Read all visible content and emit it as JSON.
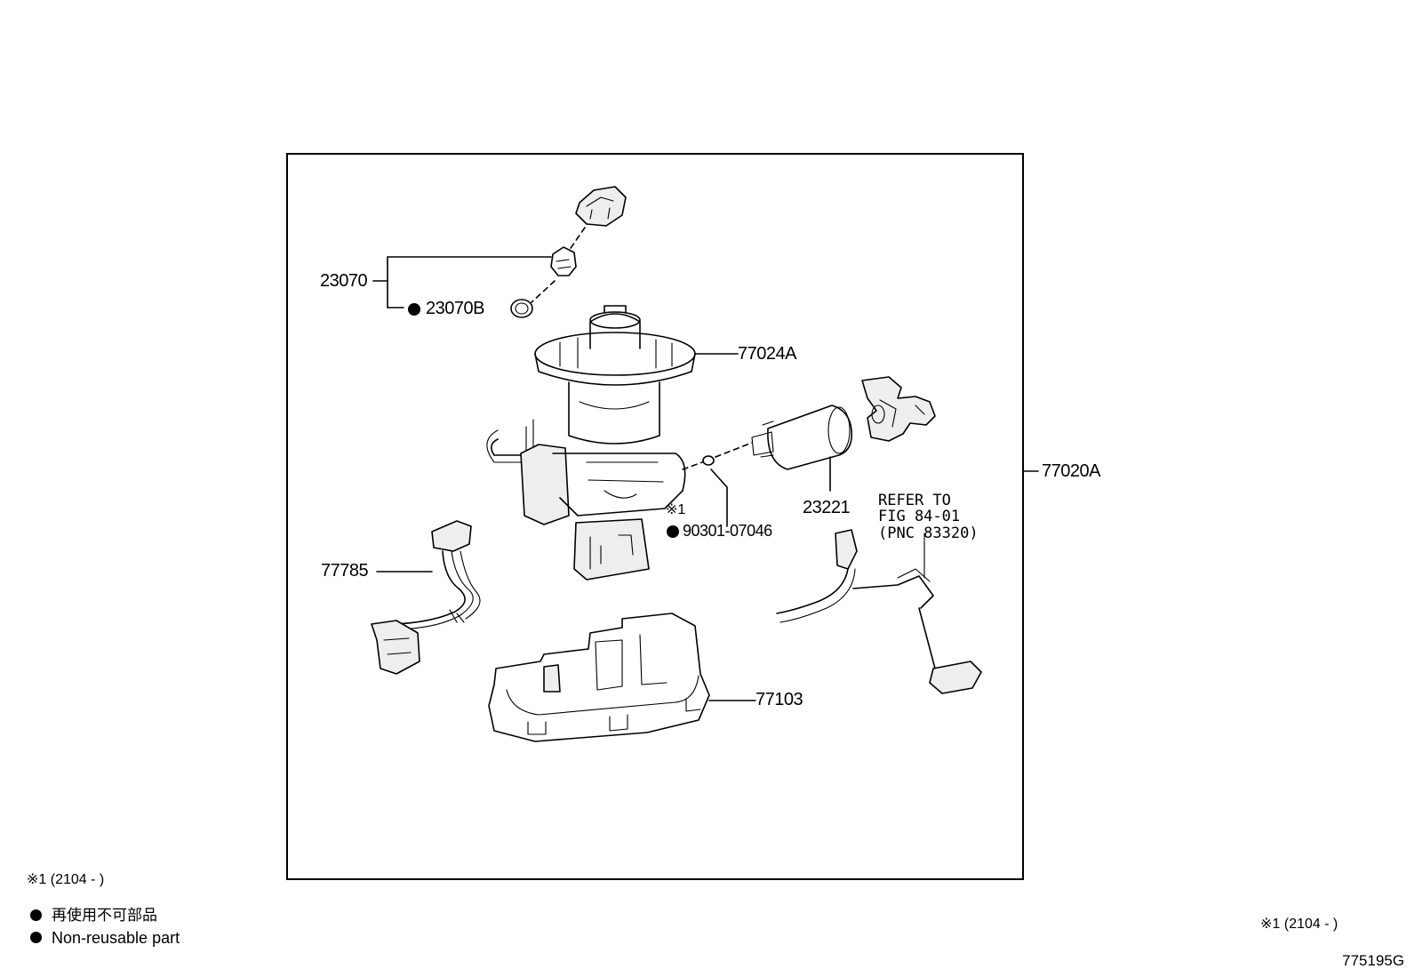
{
  "callouts": {
    "p23070": "23070",
    "p23070B": "23070B",
    "p77024A": "77024A",
    "p77020A": "77020A",
    "p23221": "23221",
    "p90301": "90301-07046",
    "p77785": "77785",
    "p77103": "77103",
    "note_mark": "※1",
    "refer": [
      "REFER TO",
      "FIG 84-01",
      "(PNC 83320)"
    ]
  },
  "legend": {
    "date_note": "※1 (2104 -        )",
    "nonreusable_jp": "再使用不可部品",
    "nonreusable_en": "Non-reusable part"
  },
  "footer": {
    "date_note": "※1 (2104 -        )",
    "figure_id": "775195G"
  }
}
